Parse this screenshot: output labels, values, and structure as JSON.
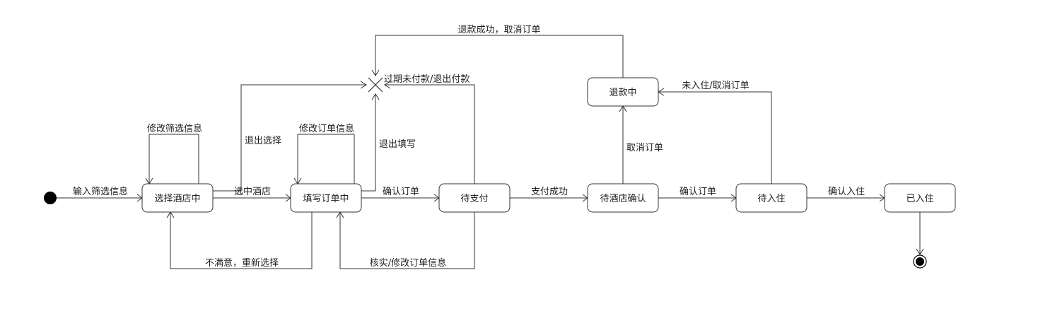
{
  "states": {
    "selecting_hotel": "选择酒店中",
    "filling_order": "填写订单中",
    "pending_payment": "待支付",
    "pending_hotel_confirm": "待酒店确认",
    "refunding": "退款中",
    "pending_checkin": "待入住",
    "checked_in": "已入住"
  },
  "transitions": {
    "input_filter": "输入筛选信息",
    "modify_filter": "修改筛选信息",
    "select_hotel": "选中酒店",
    "exit_selection": "退出选择",
    "modify_order": "修改订单信息",
    "exit_filling": "退出填写",
    "confirm_order_1": "确认订单",
    "expired_exit_payment": "过期未付款/退出付款",
    "refund_cancel": "退款成功，取消订单",
    "pay_success": "支付成功",
    "cancel_order": "取消订单",
    "confirm_order_2": "确认订单",
    "no_checkin_cancel": "未入住/取消订单",
    "confirm_checkin": "确认入住",
    "unsatisfied_reselect": "不满意，重新选择",
    "verify_modify_order": "核实/修改订单信息"
  }
}
